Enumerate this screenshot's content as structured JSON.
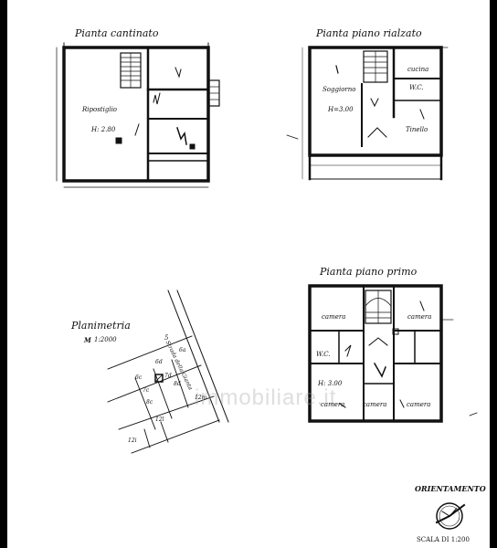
{
  "plans": {
    "cantinato": {
      "title": "Pianta cantinato",
      "room": "Ripostiglio",
      "height": "H: 2.80"
    },
    "rialzato": {
      "title": "Pianta piano rialzato",
      "kitchen": "cucina",
      "wc": "W.C.",
      "living": "Soggiorno",
      "height": "H=3.00",
      "dining": "Tinello"
    },
    "primo": {
      "title": "Pianta piano primo",
      "bedroom_1": "camera",
      "bedroom_2": "camera",
      "wc": "W.C.",
      "height": "H: 3.00",
      "bedroom_3": "camera",
      "bedroom_4": "camera",
      "bedroom_5": "camera"
    }
  },
  "site_map": {
    "title": "Planimetria",
    "scale": "1:2000",
    "sheet_number": "5",
    "street": "Strada della Gianta",
    "lot_labels": [
      "6a",
      "6d",
      "6c",
      "7c",
      "7d",
      "8d",
      "8c",
      "12m",
      "12l",
      "12i"
    ]
  },
  "orientation": {
    "label": "ORIENTAMENTO",
    "scale": "SCALA DI 1:200"
  },
  "watermark": "immobiliare.it"
}
